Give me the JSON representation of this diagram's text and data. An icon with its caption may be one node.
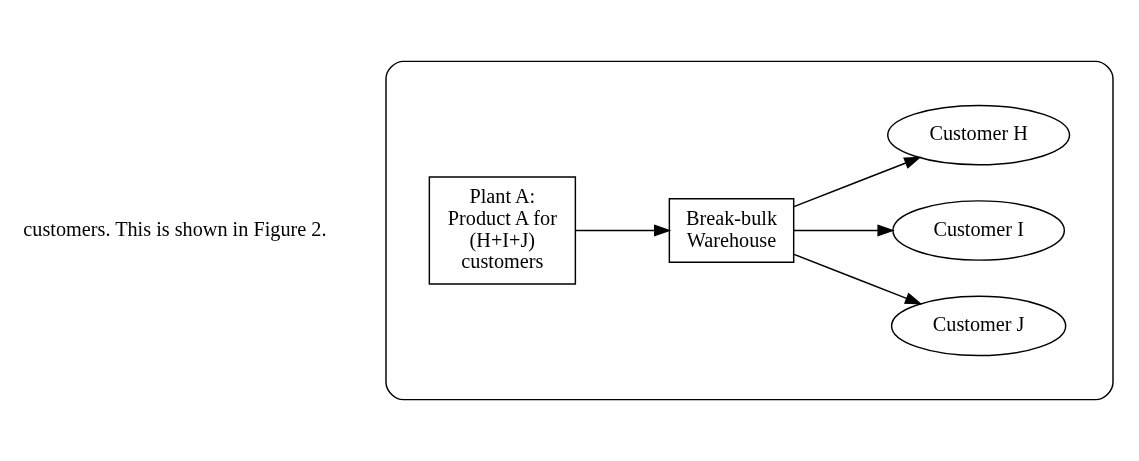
{
  "diagram": {
    "nodes": [
      {
        "text": [],
        "shape": "box"
      },
      {
        "text": [
          "Plant A: Product A for (H+I+J) customers"
        ],
        "in": 0
      },
      {
        "text": [
          "Break-bulk Warehouse"
        ],
        "in": 0
      },
      {
        "text": [
          "Customer H"
        ],
        "in": 0
      },
      {
        "text": [
          "Customer I"
        ],
        "in": 0
      },
      {
        "text": [
          "Customer J"
        ],
        "in": 0
      }
    ],
    "edges": [
      {
        "from": 1,
        "to": 2,
        "arrow": "to"
      },
      {
        "from": 2,
        "to": 3,
        "arrow": "to"
      },
      {
        "from": 2,
        "to": 4,
        "arrow": "to"
      },
      {
        "from": 2,
        "to": 5,
        "arrow": "to"
      }
    ],
    "labels": [
      "customers. This is shown in Figure 2."
    ]
  }
}
